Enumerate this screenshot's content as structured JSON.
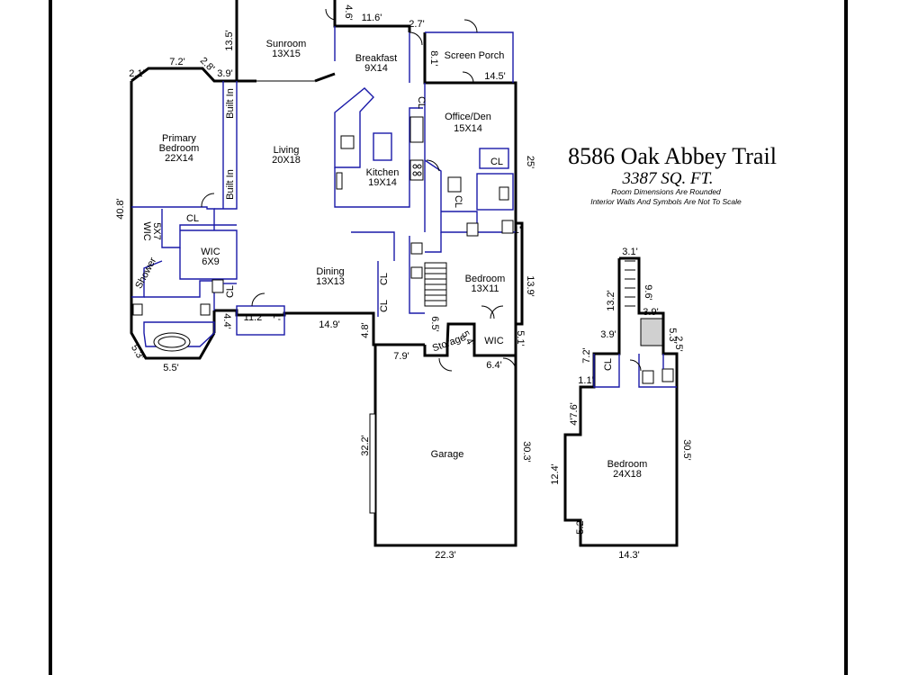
{
  "title": {
    "address": "8586 Oak Abbey Trail",
    "sqft": "3387 SQ. FT.",
    "note1": "Room Dimensions Are Rounded",
    "note2": "Interior Walls And Symbols Are Not To Scale"
  },
  "rooms": {
    "sunroom": {
      "name": "Sunroom",
      "size": "13X15"
    },
    "breakfast": {
      "name": "Breakfast",
      "size": "9X14"
    },
    "screen_porch": {
      "name": "Screen Porch"
    },
    "primary_bedroom": {
      "name1": "Primary",
      "name2": "Bedroom",
      "size": "22X14"
    },
    "living": {
      "name": "Living",
      "size": "20X18"
    },
    "kitchen": {
      "name": "Kitchen",
      "size": "19X14"
    },
    "office": {
      "name": "Office/Den",
      "size": "15X14"
    },
    "wic_primary": {
      "name": "WIC",
      "size": "6X9"
    },
    "wic_small": {
      "name": "WIC",
      "size": "5X7"
    },
    "shower": {
      "name": "Shower"
    },
    "dining": {
      "name": "Dining",
      "size": "13X13"
    },
    "bedroom_main": {
      "name": "Bedroom",
      "size": "13X11"
    },
    "storage": {
      "name": "Storage"
    },
    "wic_bed": {
      "name": "WIC"
    },
    "garage": {
      "name": "Garage"
    },
    "bedroom_upper": {
      "name": "Bedroom",
      "size": "24X18"
    }
  },
  "labels": {
    "cl": "CL",
    "built_in": "Built In"
  },
  "dims": {
    "d_4_6": "4.6'",
    "d_11_6": "11.6'",
    "d_2_7": "2.7'",
    "d_13_5": "13.5'",
    "d_8_1": "8.1'",
    "d_14_5": "14.5'",
    "d_2_1": "2.1'",
    "d_7_2": "7.2'",
    "d_2_8": "2.8'",
    "d_3_9": "3.9'",
    "d_25": "25'",
    "d_40_8": "40.8'",
    "d_1a": "1'",
    "d_13_9": "13.9'",
    "d_11_2": "11.2'",
    "d_1b": "1'",
    "d_14_9": "14.9'",
    "d_4_8": "4.8'",
    "d_6_5": "6.5'",
    "d_5_4": "5.4'",
    "d_5_1": "5.1'",
    "d_4_4": "4.4'",
    "d_5_3": "5.3'",
    "d_5_5": "5.5'",
    "d_7_9": "7.9'",
    "d_6_4": "6.4'",
    "d_32_2": "32.2'",
    "d_30_3": "30.3'",
    "d_22_3": "22.3'",
    "u_3_1": "3.1'",
    "u_13_2": "13.2'",
    "u_9_6": "9.6'",
    "u_3_9a": "3.9'",
    "u_3_9b": "3.9'",
    "u_5_3": "5.3'",
    "u_2_5": "2.5'",
    "u_7_2": "7.2'",
    "u_1_1": "1.1'",
    "u_4_7_6": "4'7.6'",
    "u_30_5": "30.5'",
    "u_12_4": "12.4'",
    "u_5_2": "5.2'",
    "u_14_3": "14.3'"
  }
}
